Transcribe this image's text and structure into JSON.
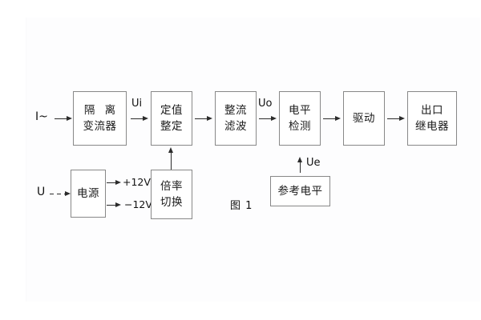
{
  "figure": {
    "caption": "图 1",
    "colors": {
      "box_border": "#888888",
      "line": "#2b2b2b",
      "text": "#1a1a1a",
      "background": "#ffffff"
    }
  },
  "inputs": [
    {
      "id": "current-input",
      "label": "I~"
    },
    {
      "id": "voltage-input",
      "label": "U"
    }
  ],
  "blocks": [
    {
      "id": "isolation-transformer",
      "line1": "隔 离",
      "line2": "变流器"
    },
    {
      "id": "setting-value",
      "line1": "定值",
      "line2": "整定"
    },
    {
      "id": "rectifier-filter",
      "line1": "整流",
      "line2": "滤波"
    },
    {
      "id": "level-detection",
      "line1": "电平",
      "line2": "检测"
    },
    {
      "id": "driver",
      "line1": "驱动",
      "line2": ""
    },
    {
      "id": "output-relay",
      "line1": "出口",
      "line2": "继电器"
    },
    {
      "id": "power-supply",
      "line1": "电源",
      "line2": ""
    },
    {
      "id": "multiplier-switch",
      "line1": "倍率",
      "line2": "切换"
    },
    {
      "id": "reference-level",
      "line1": "参考电平",
      "line2": ""
    }
  ],
  "signals": [
    {
      "id": "ui",
      "label": "Ui"
    },
    {
      "id": "uo",
      "label": "Uo"
    },
    {
      "id": "ue",
      "label": "Ue"
    }
  ],
  "power_rails": [
    {
      "id": "rail-positive",
      "label": "+12V"
    },
    {
      "id": "rail-negative",
      "label": "−12V"
    }
  ]
}
